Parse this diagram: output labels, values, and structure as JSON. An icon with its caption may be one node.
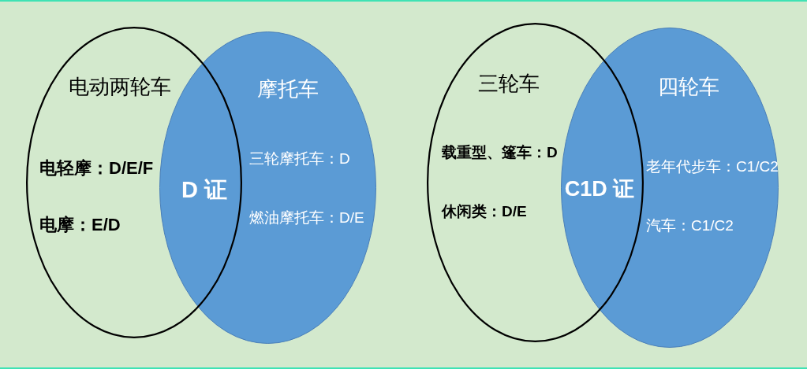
{
  "diagram": {
    "nodes": [
      {
        "text": [
          "电动两轮车",
          "电轻摩：D/E/F",
          "电摩：E/D"
        ]
      },
      {
        "text": [
          "摩托车",
          "三轮摩托车：D",
          "燃油摩托车：D/E"
        ]
      },
      {
        "text": [
          "三轮车",
          "载重型、篷车：D",
          "休闲类：D/E"
        ]
      },
      {
        "text": [
          "四轮车",
          "老年代步车：C1/C2",
          "汽车：C1/C2"
        ]
      }
    ],
    "labels": [
      "D 证",
      "C1D 证"
    ]
  }
}
